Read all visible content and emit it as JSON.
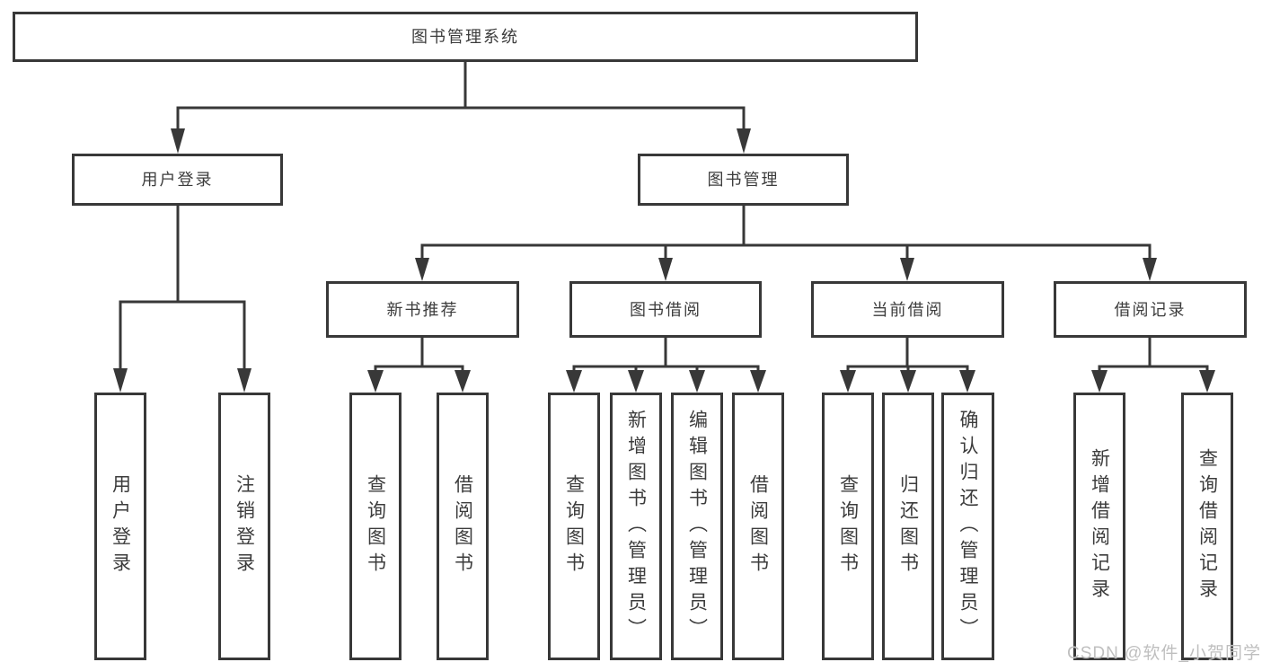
{
  "tree": {
    "root": {
      "label": "图书管理系统"
    },
    "branches": [
      {
        "label": "用户登录",
        "children": [
          "用户登录",
          "注销登录"
        ]
      },
      {
        "label": "图书管理",
        "groups": [
          {
            "label": "新书推荐",
            "children": [
              "查询图书",
              "借阅图书"
            ]
          },
          {
            "label": "图书借阅",
            "children": [
              "查询图书",
              "新增图书（管理员）",
              "编辑图书（管理员）",
              "借阅图书"
            ]
          },
          {
            "label": "当前借阅",
            "children": [
              "查询图书",
              "归还图书",
              "确认归还（管理员）"
            ]
          },
          {
            "label": "借阅记录",
            "children": [
              "新增借阅记录",
              "查询借阅记录"
            ]
          }
        ]
      }
    ]
  },
  "watermark": {
    "text": "CSDN @软件_小贺同学"
  },
  "colors": {
    "line": "#383838",
    "text": "#3c3c3c",
    "watermark": "#bfbfbf",
    "background": "#ffffff"
  }
}
